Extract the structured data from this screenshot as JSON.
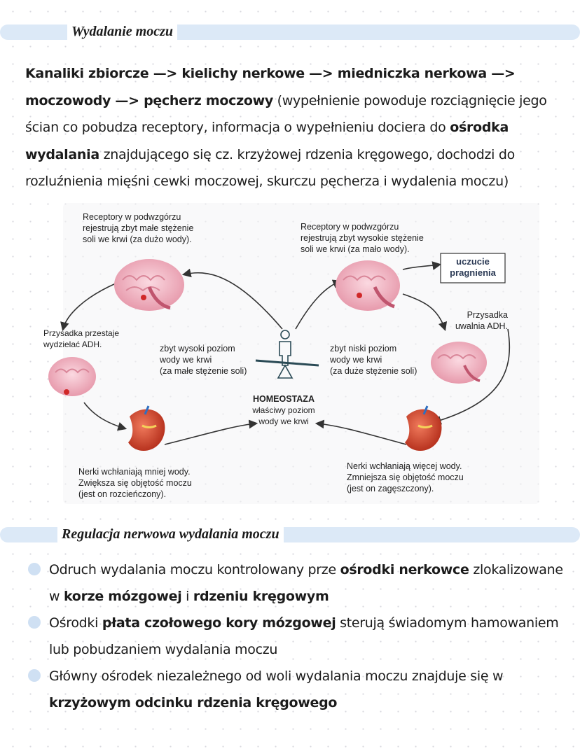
{
  "section1": {
    "title": "Wydalanie moczu",
    "paragraph": {
      "b1": "Kanaliki zbiorcze —> kielichy nerkowe —> miedniczka nerkowa —> moczowody —> pęcherz moczowy",
      "t1": " (wypełnienie powoduje rozciągnięcie jego ścian co pobudza receptory, informacja o wypełnieniu dociera do ",
      "b2": "ośrodka wydalania",
      "t2": " znajdującego się cz. krzyżowej rdzenia kręgowego, dochodzi do rozluźnienia mięśni cewki moczowej, skurczu pęcherza i wydalenia moczu)"
    }
  },
  "diagram": {
    "receptors_left": "Receptory w podwzgórzu\nrejestrują zbyt małe stężenie\nsoli we krwi (za dużo wody).",
    "receptors_right": "Receptory w podwzgórzu\nrejestrują zbyt wysokie stężenie\nsoli we krwi (za mało wody).",
    "thirst_box": "uczucie\npragnienia",
    "pituitary_right": "Przysadka\nuwalnia ADH.",
    "pituitary_left": "Przysadka przestaje\nwydzielać ADH.",
    "high_water": "zbyt wysoki poziom\nwody we krwi\n(za małe stężenie soli)",
    "low_water": "zbyt niski poziom\nwody we krwi\n(za duże stężenie soli)",
    "homeostasis_title": "HOMEOSTAZA",
    "homeostasis_text": "właściwy poziom\nwody we krwi",
    "kidney_left": "Nerki wchłaniają mniej wody.\nZwiększa się objętość moczu\n(jest on rozcieńczony).",
    "kidney_right": "Nerki wchłaniają więcej wody.\nZmniejsza się objętość moczu\n(jest on zagęszczony)."
  },
  "section2": {
    "title": "Regulacja nerwowa wydalania moczu",
    "bullets": [
      {
        "t1": "Odruch wydalania moczu kontrolowany prze ",
        "b1": "ośrodki nerkowce",
        "t2": " zlokalizowane w ",
        "b2": "korze mózgowej",
        "t3": " i ",
        "b3": "rdzeniu kręgowym",
        "t4": ""
      },
      {
        "t1": "Ośrodki ",
        "b1": "płata czołowego kory mózgowej",
        "t2": " sterują świadomym hamowaniem lub pobudzaniem wydalania moczu",
        "b2": "",
        "t3": "",
        "b3": "",
        "t4": ""
      },
      {
        "t1": "Główny ośrodek niezależnego od woli wydalania moczu znajduje się w ",
        "b1": "krzyżowym odcinku rdzenia kręgowego",
        "t2": "",
        "b2": "",
        "t3": "",
        "b3": "",
        "t4": ""
      }
    ]
  },
  "colors": {
    "band": "#dce9f7",
    "bullet": "#cfe0f3",
    "brain": "#f2b6c4",
    "kidney": "#d2452f"
  }
}
